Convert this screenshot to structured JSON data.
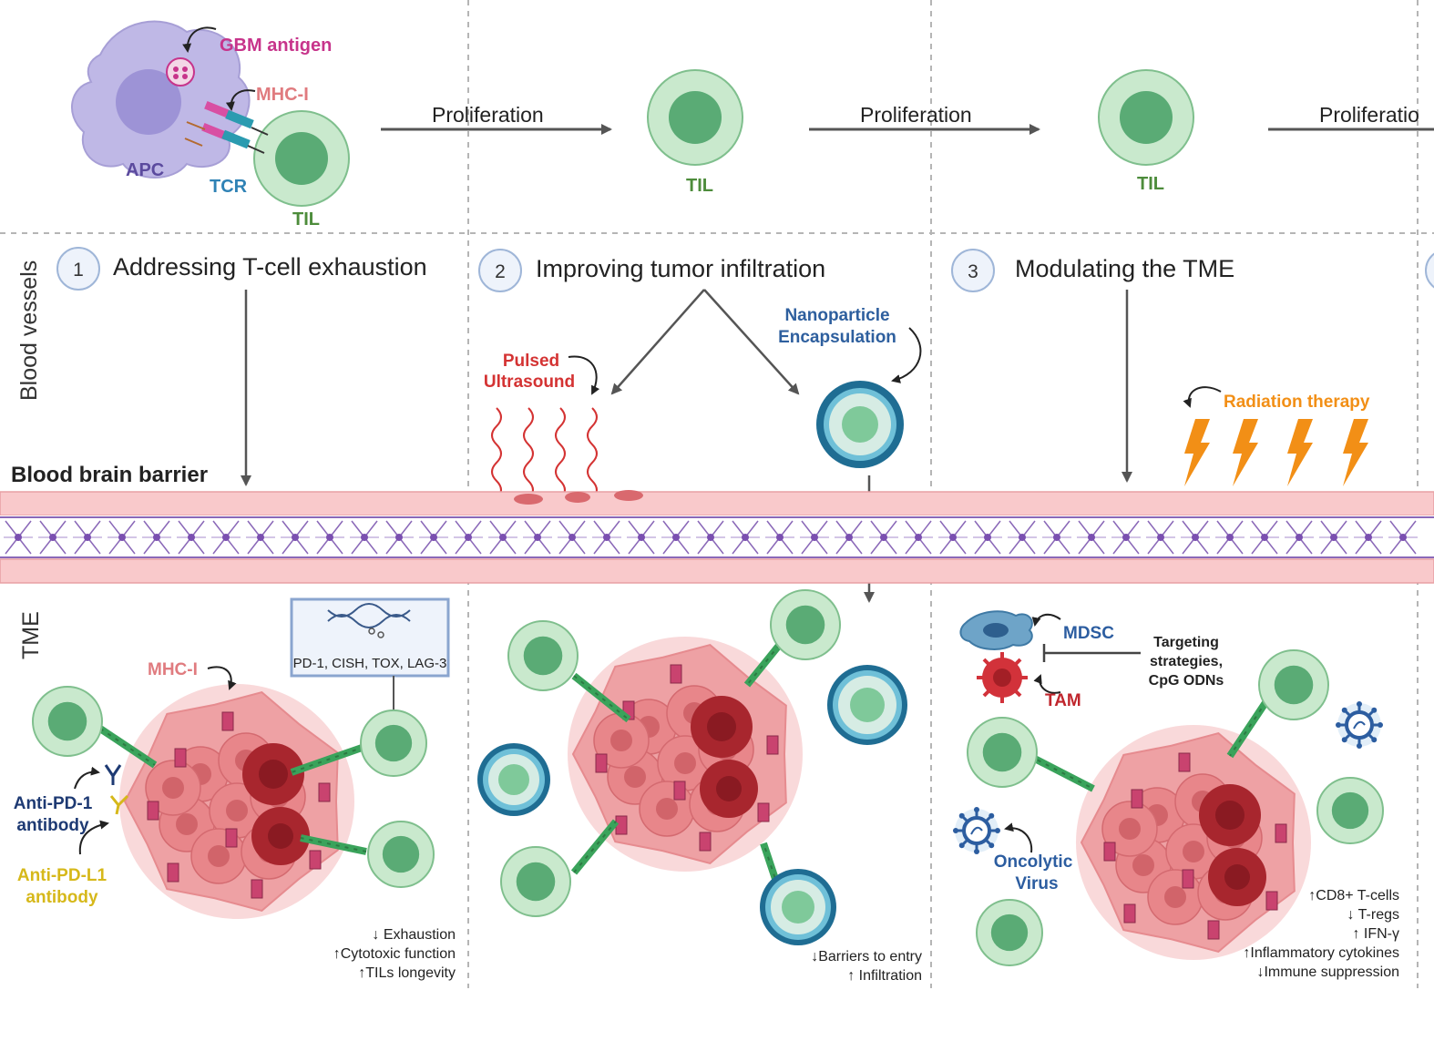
{
  "top_row": {
    "gbm_antigen": "GBM antigen",
    "mhc_i": "MHC-I",
    "apc": "APC",
    "tcr": "TCR",
    "til": "TIL",
    "proliferation": "Proliferation",
    "proliferation_cut": "Proliferatio"
  },
  "side_labels": {
    "blood_vessels": "Blood vessels",
    "tme": "TME",
    "bbb": "Blood brain barrier"
  },
  "panels": [
    {
      "number": "1",
      "title": "Addressing T-cell exhaustion",
      "crispr_targets": "PD-1, CISH, TOX, LAG-3",
      "mhc_i": "MHC-I",
      "anti_pd1": [
        "Anti-PD-1",
        "antibody"
      ],
      "anti_pdl1": [
        "Anti-PD-L1",
        "antibody"
      ],
      "effects": [
        "↓ Exhaustion",
        "↑Cytotoxic  function",
        "↑TILs longevity"
      ]
    },
    {
      "number": "2",
      "title": "Improving tumor infiltration",
      "pulsed_ultrasound": [
        "Pulsed",
        "Ultrasound"
      ],
      "nanoparticle": [
        "Nanoparticle",
        "Encapsulation"
      ],
      "effects": [
        "↓Barriers to entry",
        "↑ Infiltration"
      ]
    },
    {
      "number": "3",
      "title": "Modulating the TME",
      "radiation": "Radiation therapy",
      "mdsc": "MDSC",
      "tam": "TAM",
      "targeting": [
        "Targeting",
        "strategies,",
        "CpG ODNs"
      ],
      "oncolytic": [
        "Oncolytic",
        "Virus"
      ],
      "effects": [
        "↑CD8+ T-cells",
        "↓ T-regs",
        "↑ IFN-γ",
        "↑Inflammatory cytokines",
        "↓Immune suppression"
      ]
    }
  ],
  "colors": {
    "til_outer": "#c9e9cd",
    "til_inner": "#5aab75",
    "apc": "#bfb8e6",
    "tumor": "#e8868a",
    "tumor_dark": "#a8262e",
    "barrier": "#f9c9cb",
    "pericyte": "#8a68b8",
    "ultrasound": "#d43333",
    "radiation": "#f28f16",
    "nanoparticle_text": "#2e5f9e",
    "gbm_text": "#c7348b",
    "mhc_text": "#e07b7f",
    "apc_text": "#5b4a9e",
    "tcr_text": "#2f82b5",
    "til_text": "#4d8c3b",
    "antibody_pd1": "#1e3a73",
    "antibody_pdl1": "#d6b81a",
    "mdsc_text": "#2c5da0",
    "tam_text": "#c0262d",
    "oncolytic_text": "#2c5da0",
    "crispr_box_border": "#8aa5cf"
  }
}
